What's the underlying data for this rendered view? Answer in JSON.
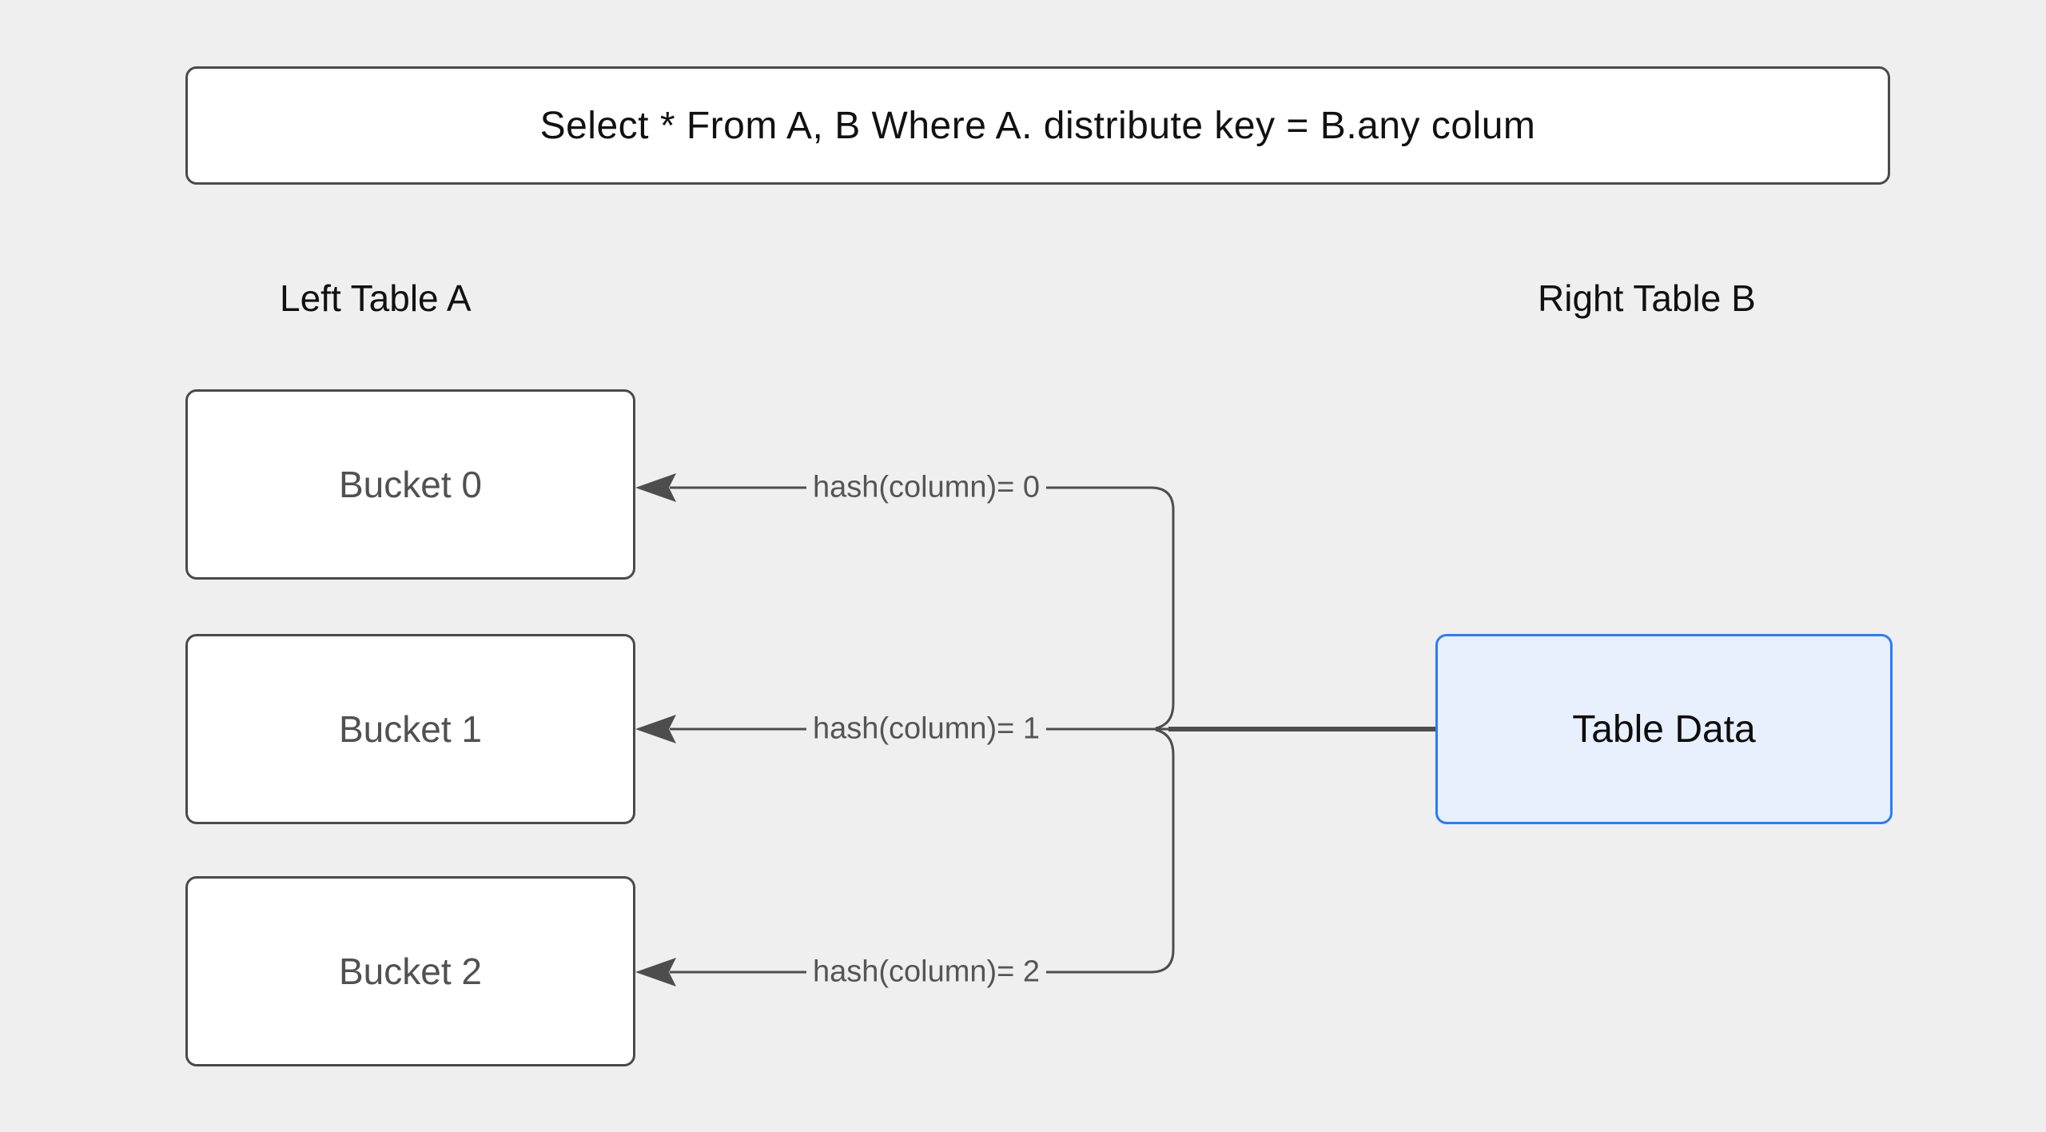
{
  "colors": {
    "background": "#efefef",
    "box_fill": "#ffffff",
    "box_border": "#4a4a4a",
    "line": "#4d4d4d",
    "accent_blue_border": "#2b7bff",
    "accent_blue_fill": "#e7f0fc",
    "text_primary": "#111111",
    "text_secondary": "#555555"
  },
  "query_box": {
    "text": "Select * From A, B Where A. distribute key = B.any colum"
  },
  "left_table": {
    "title": "Left Table A",
    "buckets": [
      {
        "label": "Bucket 0"
      },
      {
        "label": "Bucket 1"
      },
      {
        "label": "Bucket 2"
      }
    ]
  },
  "right_table": {
    "title": "Right Table B",
    "data_box_label": "Table Data"
  },
  "edges": [
    {
      "label": "hash(column)= 0",
      "from": "Table Data",
      "to": "Bucket 0"
    },
    {
      "label": "hash(column)= 1",
      "from": "Table Data",
      "to": "Bucket 1"
    },
    {
      "label": "hash(column)= 2",
      "from": "Table Data",
      "to": "Bucket 2"
    }
  ]
}
